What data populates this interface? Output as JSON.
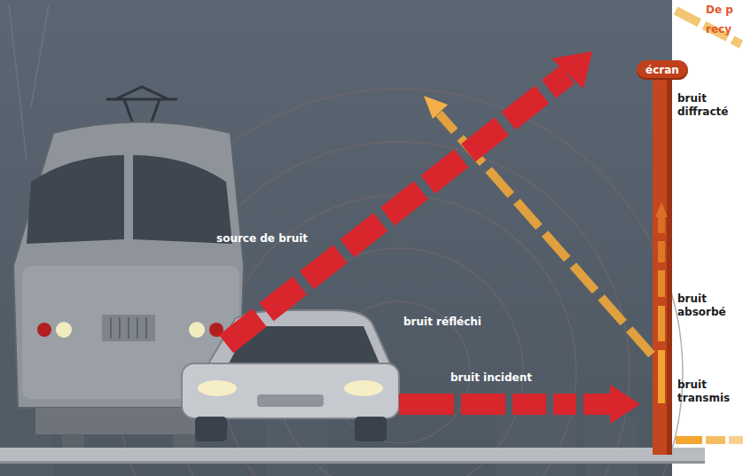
{
  "diagram": {
    "nodes": [
      {
        "text": [
          "écran"
        ]
      }
    ],
    "labels": [
      "bruit diffracté",
      "source de bruit",
      "bruit absorbé",
      "bruit réfléchi",
      "bruit incident",
      "bruit transmis",
      "De p",
      "recy"
    ]
  }
}
